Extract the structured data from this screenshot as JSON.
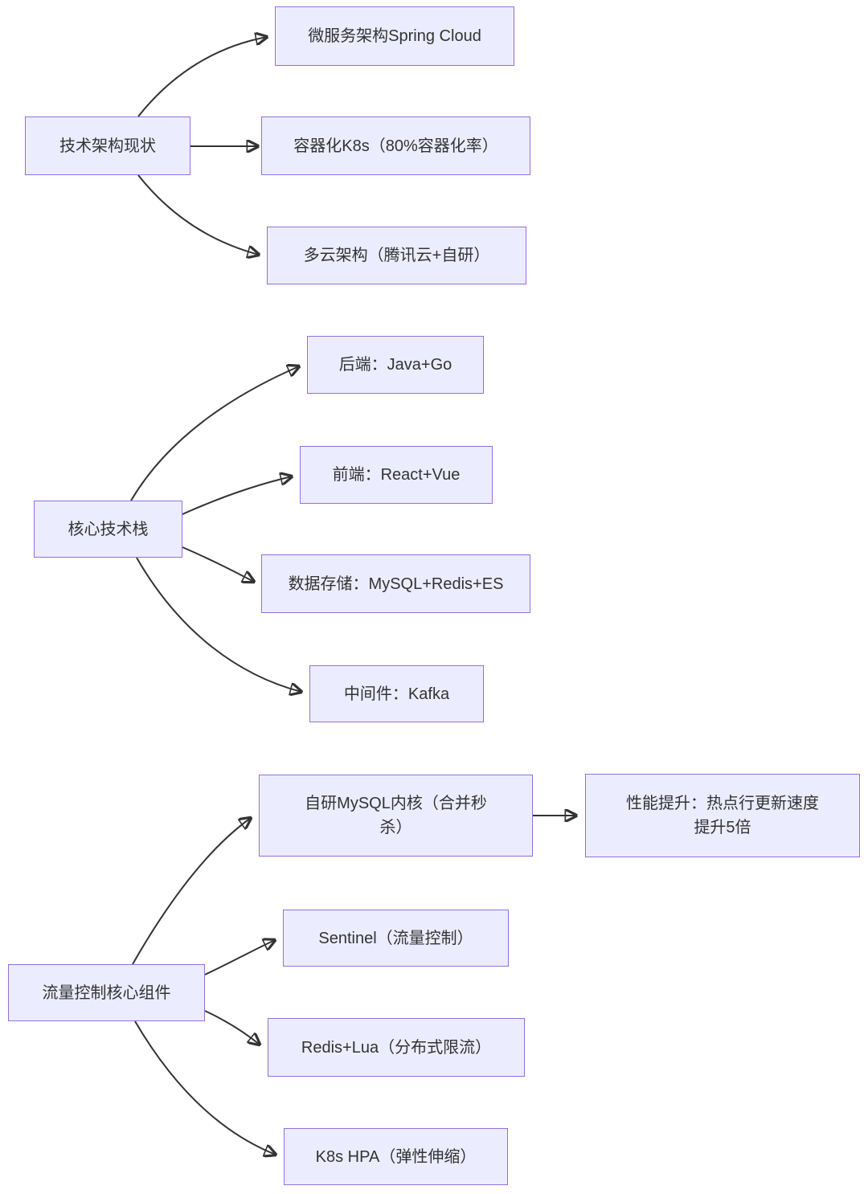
{
  "colors": {
    "node_fill": "#ECECFF",
    "node_border": "#9370DB",
    "text": "#333333",
    "edge": "#333333",
    "background": "#FFFFFF"
  },
  "nodes": {
    "tech_arch": {
      "label": "技术架构现状"
    },
    "microservice": {
      "label": "微服务架构Spring Cloud"
    },
    "container": {
      "label": "容器化K8s（80%容器化率）"
    },
    "multicloud": {
      "label": "多云架构（腾讯云+自研）"
    },
    "core_stack": {
      "label": "核心技术栈"
    },
    "backend": {
      "label": "后端：Java+Go"
    },
    "frontend": {
      "label": "前端：React+Vue"
    },
    "storage": {
      "label": "数据存储：MySQL+Redis+ES"
    },
    "middleware": {
      "label": "中间件：Kafka"
    },
    "flow_control": {
      "label": "流量控制核心组件"
    },
    "mysql_kernel": {
      "label": "自研MySQL内核（合并秒\n杀）"
    },
    "sentinel": {
      "label": "Sentinel（流量控制）"
    },
    "redis_lua": {
      "label": "Redis+Lua（分布式限流）"
    },
    "k8s_hpa": {
      "label": "K8s HPA（弹性伸缩）"
    },
    "perf_boost": {
      "label": "性能提升：热点行更新速度\n提升5倍"
    }
  },
  "edges": [
    {
      "from": "技术架构现状",
      "to": "微服务架构Spring Cloud"
    },
    {
      "from": "技术架构现状",
      "to": "容器化K8s（80%容器化率）"
    },
    {
      "from": "技术架构现状",
      "to": "多云架构（腾讯云+自研）"
    },
    {
      "from": "核心技术栈",
      "to": "后端：Java+Go"
    },
    {
      "from": "核心技术栈",
      "to": "前端：React+Vue"
    },
    {
      "from": "核心技术栈",
      "to": "数据存储：MySQL+Redis+ES"
    },
    {
      "from": "核心技术栈",
      "to": "中间件：Kafka"
    },
    {
      "from": "流量控制核心组件",
      "to": "自研MySQL内核（合并秒杀）"
    },
    {
      "from": "流量控制核心组件",
      "to": "Sentinel（流量控制）"
    },
    {
      "from": "流量控制核心组件",
      "to": "Redis+Lua（分布式限流）"
    },
    {
      "from": "流量控制核心组件",
      "to": "K8s HPA（弹性伸缩）"
    },
    {
      "from": "自研MySQL内核（合并秒杀）",
      "to": "性能提升：热点行更新速度提升5倍"
    }
  ]
}
